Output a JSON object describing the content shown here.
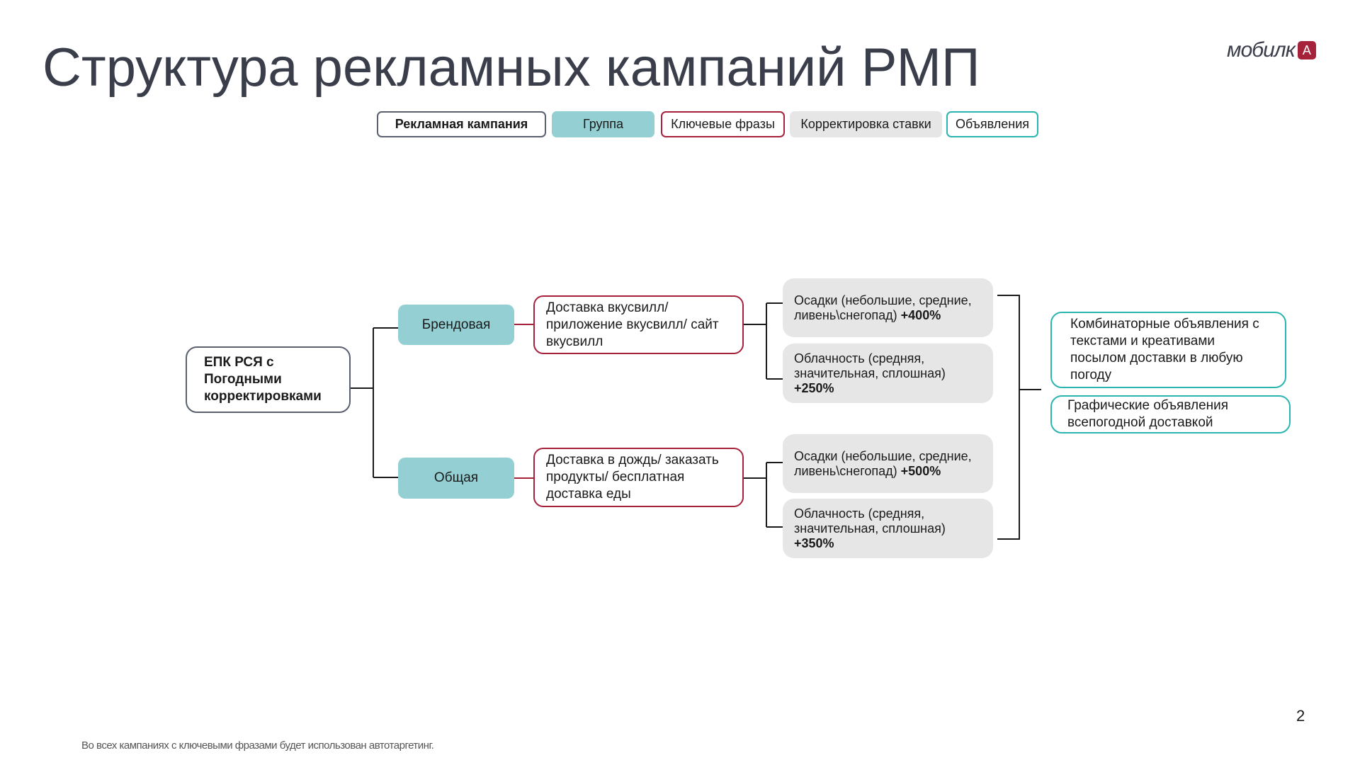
{
  "title": "Структура рекламных кампаний РМП",
  "logo": {
    "text": "мобилк",
    "mark": "A"
  },
  "legend": [
    "Рекламная кампания",
    "Группа",
    "Ключевые фразы",
    "Корректировка ставки",
    "Объявления"
  ],
  "campaign": "ЕПК РСЯ с Погодными корректировками",
  "groups": [
    "Брендовая",
    "Общая"
  ],
  "keywords": [
    "Доставка вкусвилл/ приложение вкусвилл/  сайт вкусвилл",
    "Доставка в дождь/ заказать продукты/ бесплатная доставка еды"
  ],
  "adjustments": [
    {
      "text": "Осадки (небольшие, средние, ливень\\снегопад)",
      "value": "+400%"
    },
    {
      "text": "Облачность (средняя, значительная, сплошная)",
      "value": "+250%"
    },
    {
      "text": "Осадки (небольшие, средние, ливень\\снегопад)",
      "value": "+500%"
    },
    {
      "text": "Облачность (средняя, значительная, сплошная)",
      "value": "+350%"
    }
  ],
  "ads": [
    "Комбинаторные объявления с текстами и креативами посылом доставки в любую погоду",
    "Графические объявления всепогодной доставкой"
  ],
  "footer": "Во всех кампаниях с ключевыми фразами будет использован автотаргетинг.",
  "page_number": "2",
  "colors": {
    "teal": "#94cfd3",
    "red": "#a6213a",
    "gray": "#e6e6e6",
    "teal_border": "#2bb5b0"
  }
}
